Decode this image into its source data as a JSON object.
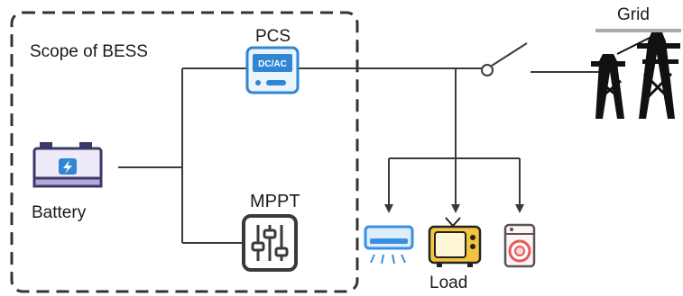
{
  "diagram": {
    "scope_label": "Scope of BESS",
    "pcs_label": "PCS",
    "pcs_display": "DC/AC",
    "mppt_label": "MPPT",
    "battery_label": "Battery",
    "grid_label": "Grid",
    "load_label": "Load"
  },
  "icons": {
    "pcs": "inverter-icon",
    "mppt": "mppt-controller-icon",
    "battery": "battery-icon",
    "grid": "transmission-tower-icon",
    "air_conditioner": "air-conditioner-icon",
    "television": "television-icon",
    "washing_machine": "washing-machine-icon",
    "switch": "switch-icon"
  },
  "colors": {
    "line": "#3a3a3a",
    "pcs_blue": "#2f86d3",
    "ac_blue": "#3b8fe0",
    "tv_yellow": "#f2c53d",
    "battery_purple": "#3a3a6a",
    "washer_red": "#e35a5a"
  }
}
